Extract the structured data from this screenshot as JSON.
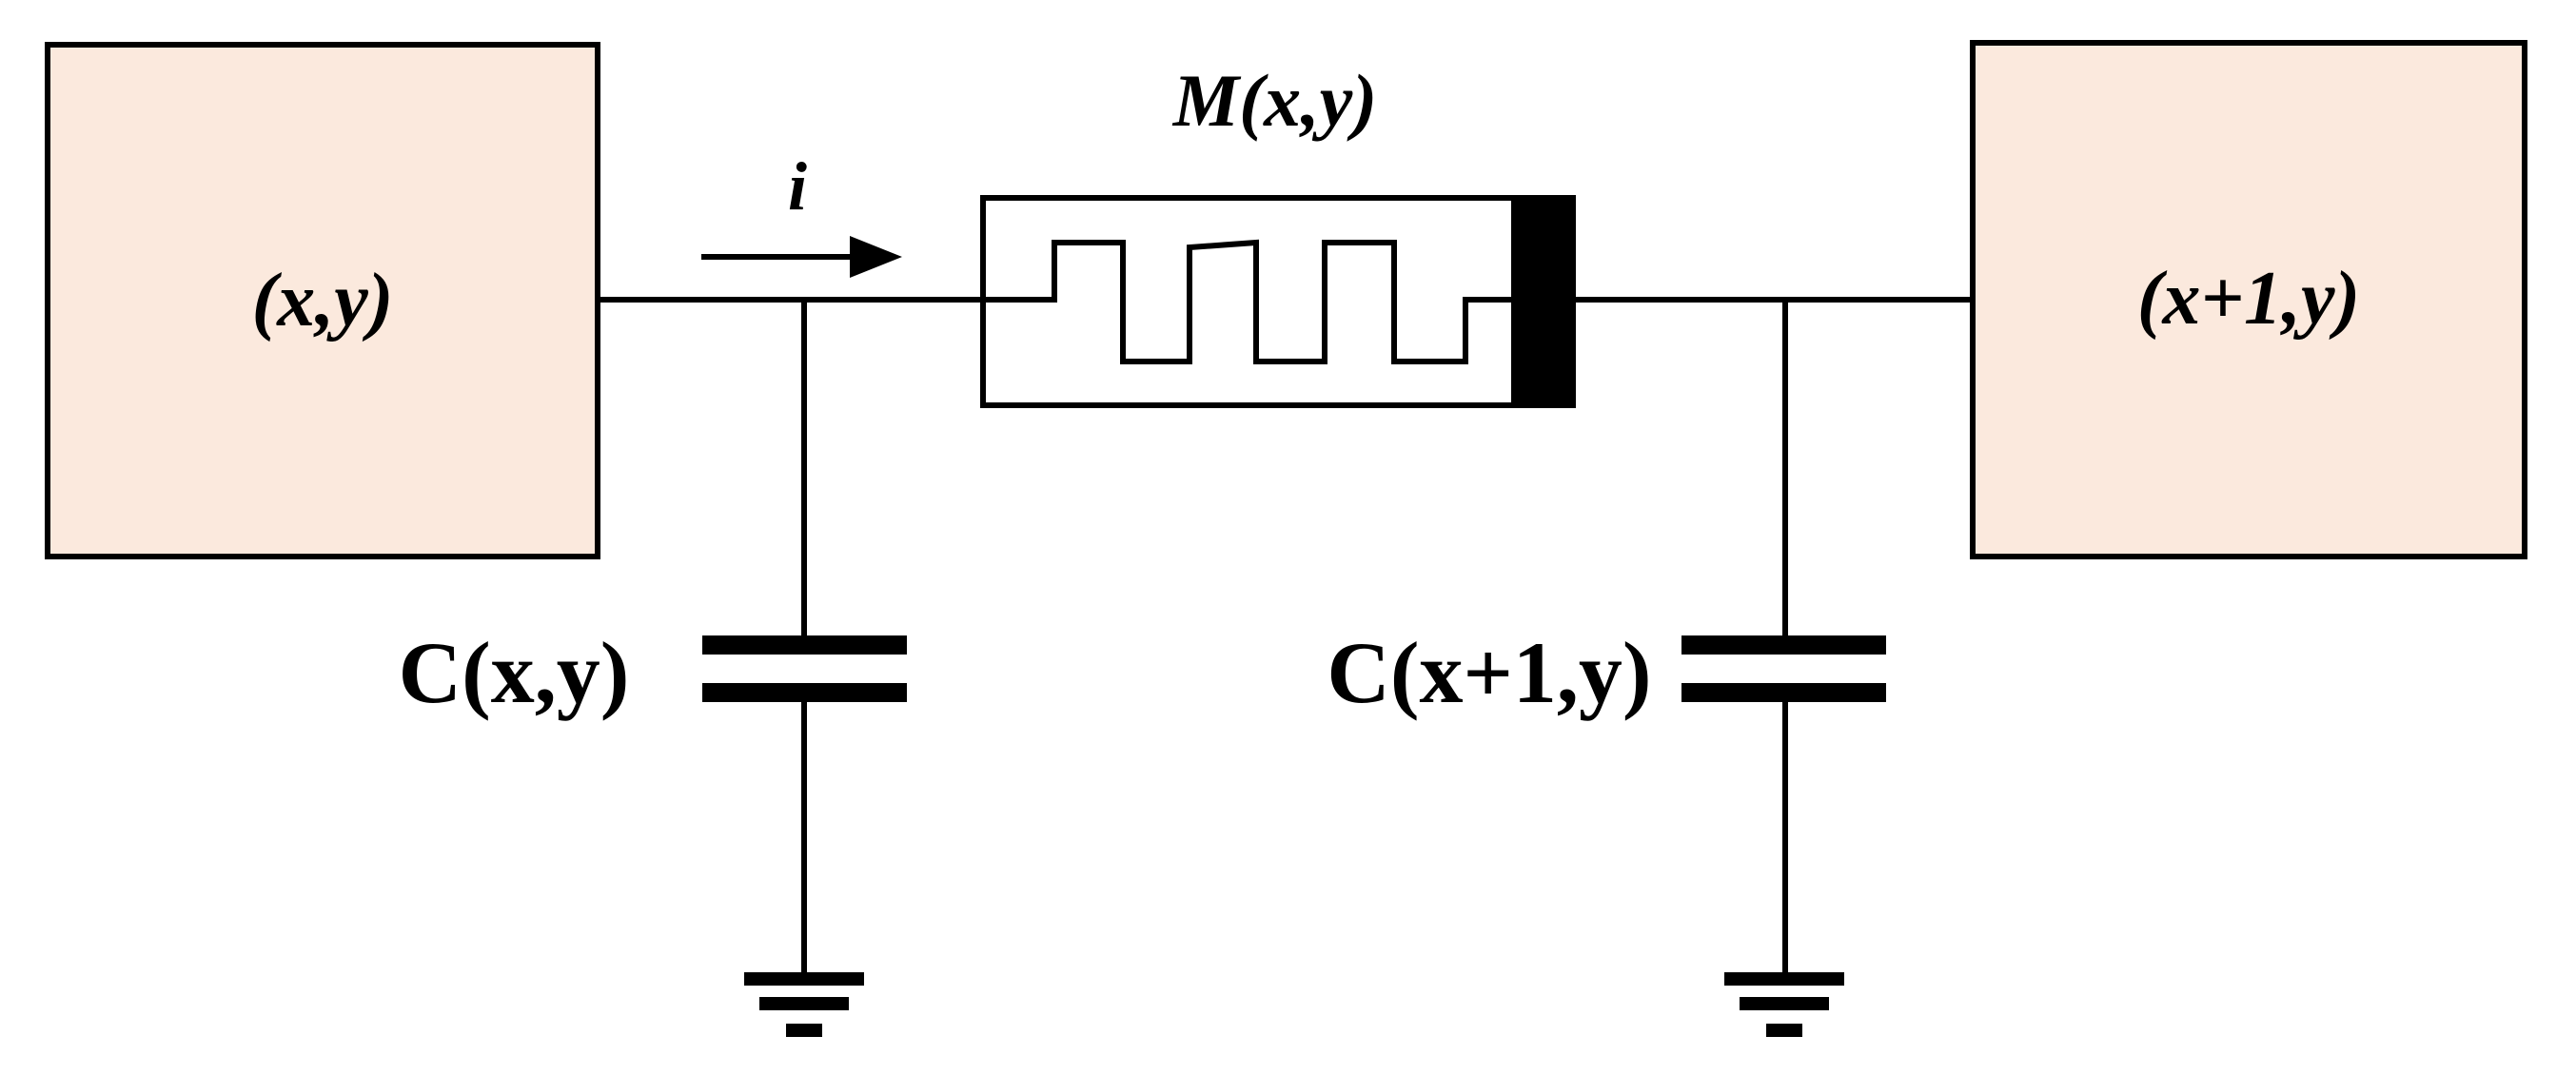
{
  "cells": {
    "left": {
      "label": "(x,y)"
    },
    "right": {
      "label": "(x+1,y)"
    }
  },
  "memristor": {
    "label": "M(x,y)"
  },
  "current": {
    "label": "i"
  },
  "capacitors": {
    "left": {
      "label": "C(x,y)"
    },
    "right": {
      "label": "C(x+1,y)"
    }
  },
  "colors": {
    "cell_fill": "#fbe9dd",
    "stroke": "#000000"
  }
}
